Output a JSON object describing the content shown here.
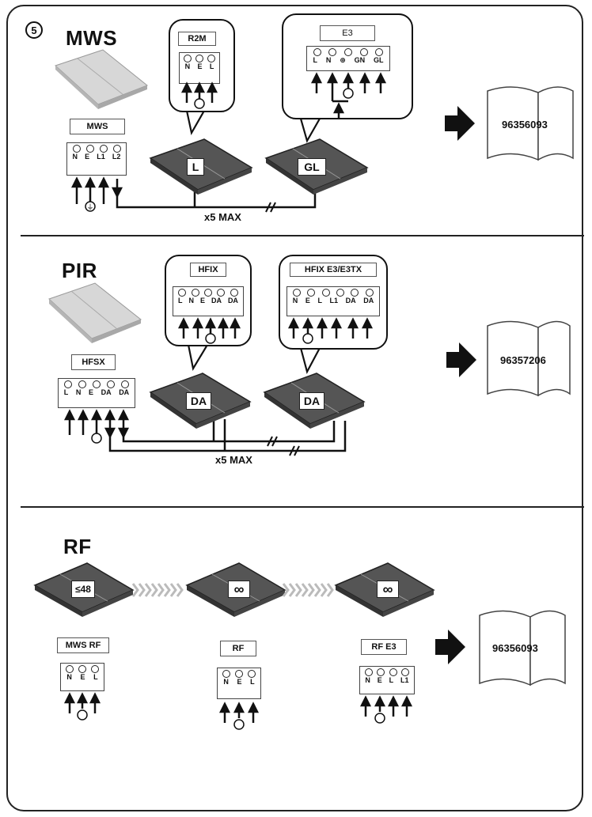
{
  "step_number": "5",
  "sections": {
    "mws": {
      "title": "MWS",
      "sensor_label": "MWS",
      "sensor_terminals": [
        "N",
        "E",
        "L1",
        "L2"
      ],
      "bubble1_label": "R2M",
      "bubble1_terminals": [
        "N",
        "E",
        "L"
      ],
      "bubble2_label": "E3",
      "bubble2_terminals": [
        "L",
        "N",
        "⊕",
        "GN",
        "GL"
      ],
      "panel1_label": "L",
      "panel2_label": "GL",
      "max_label": "x5 MAX",
      "manual_number": "96356093"
    },
    "pir": {
      "title": "PIR",
      "sensor_label": "HFSX",
      "sensor_terminals": [
        "L",
        "N",
        "E",
        "DA",
        "DA"
      ],
      "bubble1_label": "HFIX",
      "bubble1_terminals": [
        "L",
        "N",
        "E",
        "DA",
        "DA"
      ],
      "bubble2_label": "HFIX E3/E3TX",
      "bubble2_terminals": [
        "N",
        "E",
        "L",
        "L1",
        "DA",
        "DA"
      ],
      "panel1_label": "DA",
      "panel2_label": "DA",
      "max_label": "x5 MAX",
      "manual_number": "96357206"
    },
    "rf": {
      "title": "RF",
      "panel1_label": "≤48",
      "panel2_label": "∞",
      "panel3_label": "∞",
      "device1_label": "MWS RF",
      "device1_terminals": [
        "N",
        "E",
        "L"
      ],
      "device2_label": "RF",
      "device2_terminals": [
        "N",
        "E",
        "L"
      ],
      "device3_label": "RF E3",
      "device3_terminals": [
        "N",
        "E",
        "L",
        "L1"
      ],
      "manual_number": "96356093"
    }
  },
  "icons": {
    "arrow": "right-arrow-icon",
    "manual": "open-book-icon",
    "earth": "earth-ground-icon"
  },
  "colors": {
    "panel_dark": "#5a5a5a",
    "panel_light": "#cfcfcf",
    "line": "#111111"
  }
}
